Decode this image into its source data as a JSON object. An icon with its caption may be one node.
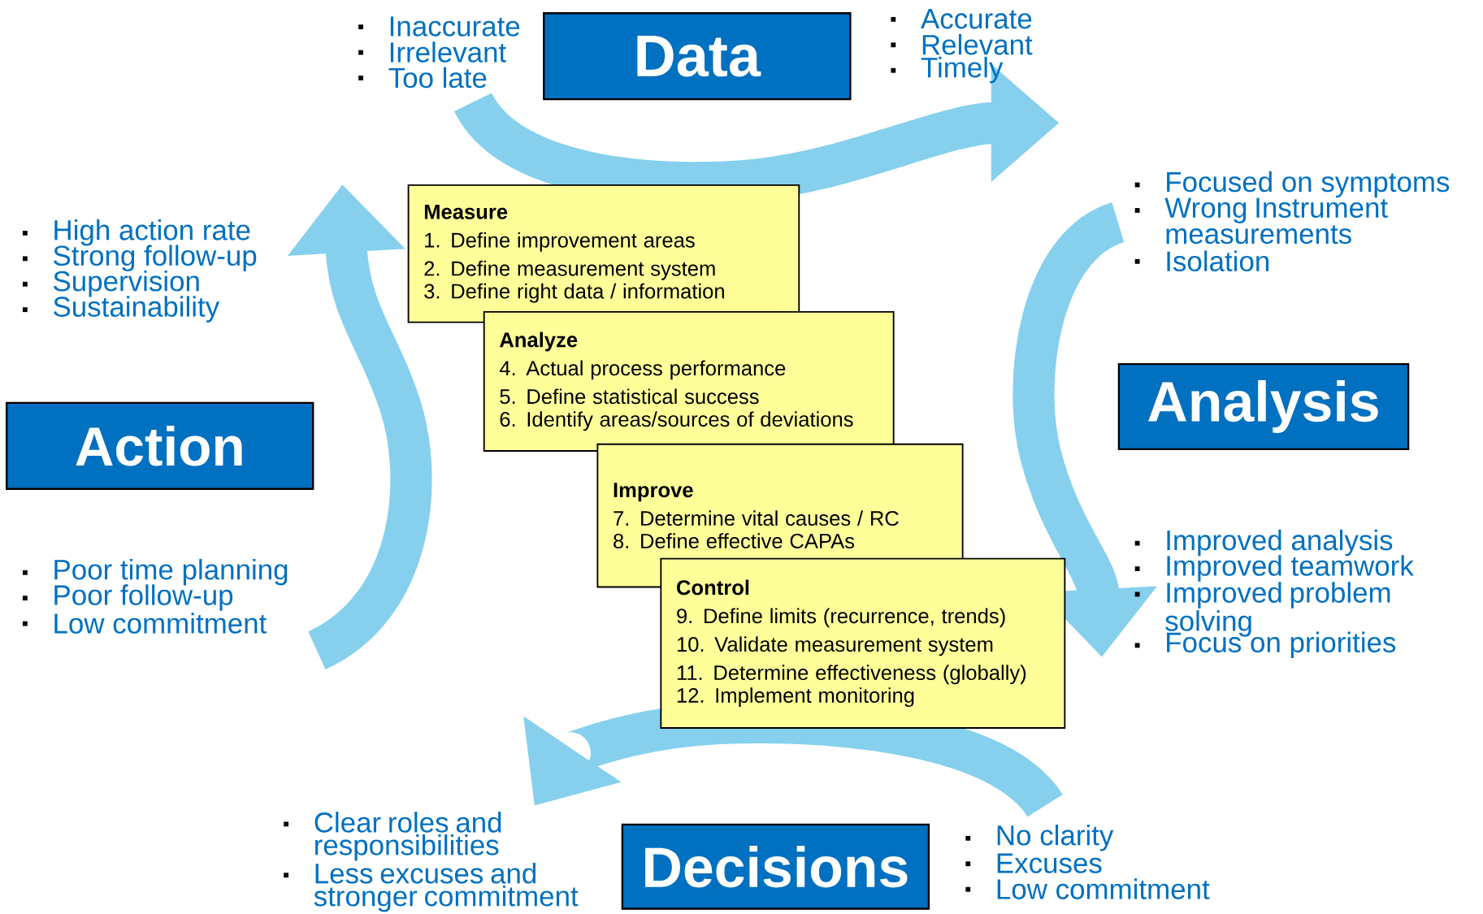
{
  "diagram": {
    "nodes": [
      {
        "text": [
          "Data"
        ]
      },
      {
        "text": [
          "Analysis"
        ]
      },
      {
        "text": [
          "Action"
        ]
      },
      {
        "text": [
          "Decisions"
        ]
      },
      {
        "text": [
          "Measure",
          "1. Define improvement areas",
          "2. Define measurement system",
          "3. Define right data / information"
        ]
      },
      {
        "text": [
          "Analyze",
          "4. Actual process performance",
          "5. Define statistical success",
          "6. Identify areas/sources of deviations"
        ]
      },
      {
        "text": [
          "Improve",
          "7. Determine vital causes / RC",
          "8. Define effective CAPAs"
        ]
      },
      {
        "text": [
          "Control",
          "9. Define limits (recurrence, trends)",
          "10. Validate measurement system",
          "11. Determine effectiveness (globally)",
          "12. Implement monitoring"
        ]
      }
    ],
    "labels": [
      "Inaccurate",
      "Irrelevant",
      "Too late",
      "Accurate",
      "Relevant",
      "Timely",
      "Focused on symptoms",
      "Wrong Instrument measurements",
      "Isolation",
      "High action rate",
      "Strong follow-up",
      "Supervision",
      "Sustainability",
      "Improved analysis",
      "Improved teamwork",
      "Improved problem solving",
      "Focus on priorities",
      "Poor time planning",
      "Poor follow-up",
      "Low commitment",
      "Clear roles and responsibilities",
      "Less excuses and stronger commitment",
      "No clarity",
      "Excuses",
      "Low commitment"
    ]
  }
}
